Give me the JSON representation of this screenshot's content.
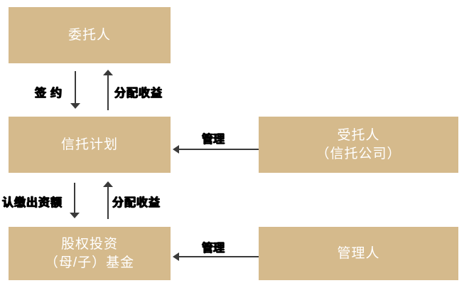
{
  "diagram": {
    "type": "flow-structure",
    "background_color": "#ffffff",
    "node_fill_color": "#d5ba8c",
    "node_text_color": "#ffffff",
    "arrow_color": "#3a3a3a",
    "edge_label_color": "#000000",
    "nodes": {
      "principal": {
        "label": "委托人"
      },
      "trust_plan": {
        "label": "信托计划"
      },
      "trustee": {
        "line1": "受托人",
        "line2": "（信托公司）"
      },
      "fund": {
        "line1": "股权投资",
        "line2": "（母/子）基金"
      },
      "manager": {
        "label": "管理人"
      }
    },
    "edges": {
      "principal_to_trust_plan": {
        "label": "签约",
        "direction": "down"
      },
      "trust_plan_to_principal": {
        "label": "分配收益",
        "direction": "up"
      },
      "trust_plan_to_fund": {
        "label": "认缴出资额",
        "direction": "down"
      },
      "fund_to_trust_plan": {
        "label": "分配收益",
        "direction": "up"
      },
      "trustee_to_trust_plan": {
        "label": "管理",
        "direction": "left"
      },
      "manager_to_fund": {
        "label": "管理",
        "direction": "left"
      }
    }
  }
}
